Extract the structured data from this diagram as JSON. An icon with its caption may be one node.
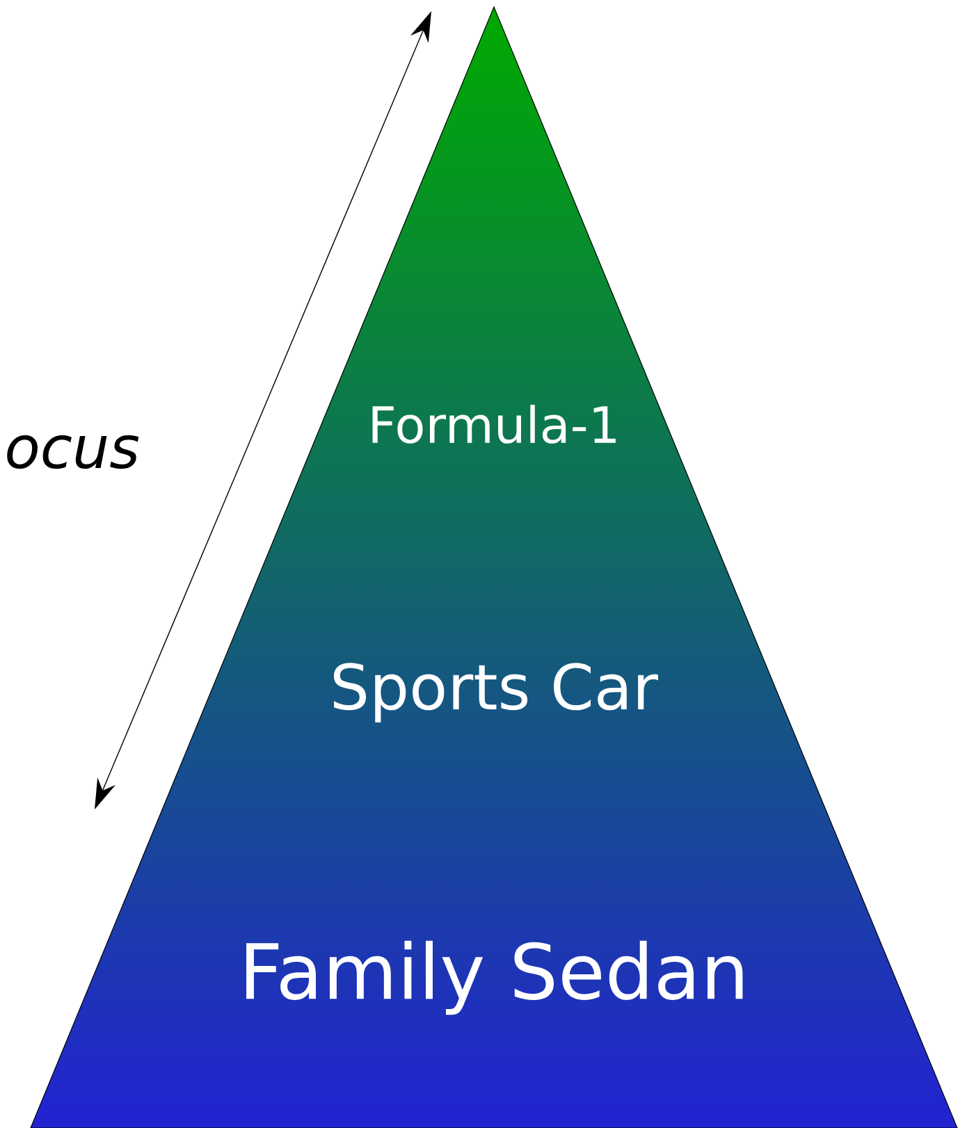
{
  "diagram": {
    "nodes": [
      {
        "text": [
          "Formula-1",
          "Sports Car",
          "Family Sedan"
        ]
      }
    ],
    "edges": [],
    "labels": [
      "ocus"
    ]
  }
}
